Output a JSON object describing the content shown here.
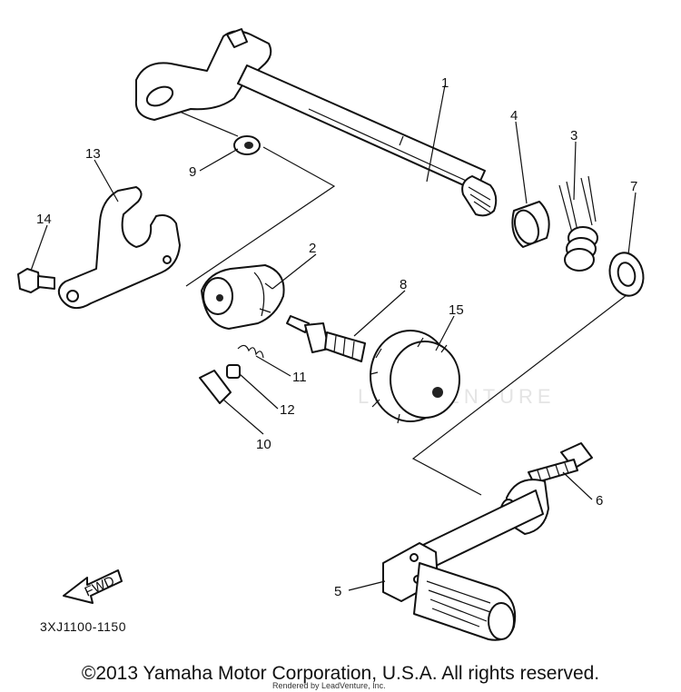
{
  "diagram": {
    "callouts": [
      "1",
      "2",
      "3",
      "4",
      "5",
      "6",
      "7",
      "8",
      "9",
      "10",
      "11",
      "12",
      "13",
      "14",
      "15"
    ],
    "fwd_label": "FWD",
    "part_code": "3XJ1100-1150",
    "watermark": "LEADVENTURE",
    "copyright": "©2013 Yamaha Motor Corporation, U.S.A. All rights reserved.",
    "rendered_by": "Rendered by LeadVenture, Inc."
  }
}
